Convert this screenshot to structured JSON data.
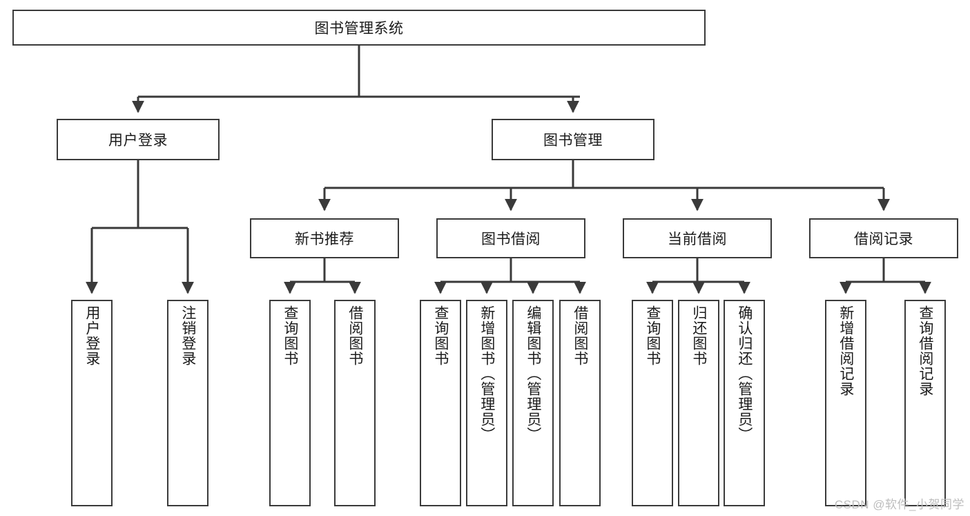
{
  "diagram": {
    "title_node": {
      "label": "图书管理系统"
    },
    "level2": [
      {
        "id": "user-login",
        "label": "用户登录"
      },
      {
        "id": "book-manage",
        "label": "图书管理"
      }
    ],
    "level3": [
      {
        "id": "new-book-recommend",
        "label": "新书推荐"
      },
      {
        "id": "book-borrow",
        "label": "图书借阅"
      },
      {
        "id": "current-borrow",
        "label": "当前借阅"
      },
      {
        "id": "borrow-record",
        "label": "借阅记录"
      }
    ],
    "leaves": {
      "user_login": [
        {
          "id": "leaf-user-login",
          "label": "用户登录"
        },
        {
          "id": "leaf-logout-login",
          "label": "注销登录"
        }
      ],
      "new_book_recommend": [
        {
          "id": "leaf-query-book-1",
          "label": "查询图书"
        },
        {
          "id": "leaf-borrow-book-1",
          "label": "借阅图书"
        }
      ],
      "book_borrow": [
        {
          "id": "leaf-query-book-2",
          "label": "查询图书"
        },
        {
          "id": "leaf-add-book",
          "label": "新增图书（管理员）"
        },
        {
          "id": "leaf-edit-book",
          "label": "编辑图书（管理员）"
        },
        {
          "id": "leaf-borrow-book-2",
          "label": "借阅图书"
        }
      ],
      "current_borrow": [
        {
          "id": "leaf-query-book-3",
          "label": "查询图书"
        },
        {
          "id": "leaf-return-book",
          "label": "归还图书"
        },
        {
          "id": "leaf-confirm-return",
          "label": "确认归还（管理员）"
        }
      ],
      "borrow_record": [
        {
          "id": "leaf-add-record",
          "label": "新增借阅记录"
        },
        {
          "id": "leaf-query-record",
          "label": "查询借阅记录"
        }
      ]
    }
  },
  "watermark": {
    "text": "CSDN @软件_小贺同学"
  },
  "colors": {
    "stroke": "#3a3a3a",
    "text": "#1b1b1b",
    "background": "#ffffff",
    "watermark": "#bdbdbd"
  }
}
